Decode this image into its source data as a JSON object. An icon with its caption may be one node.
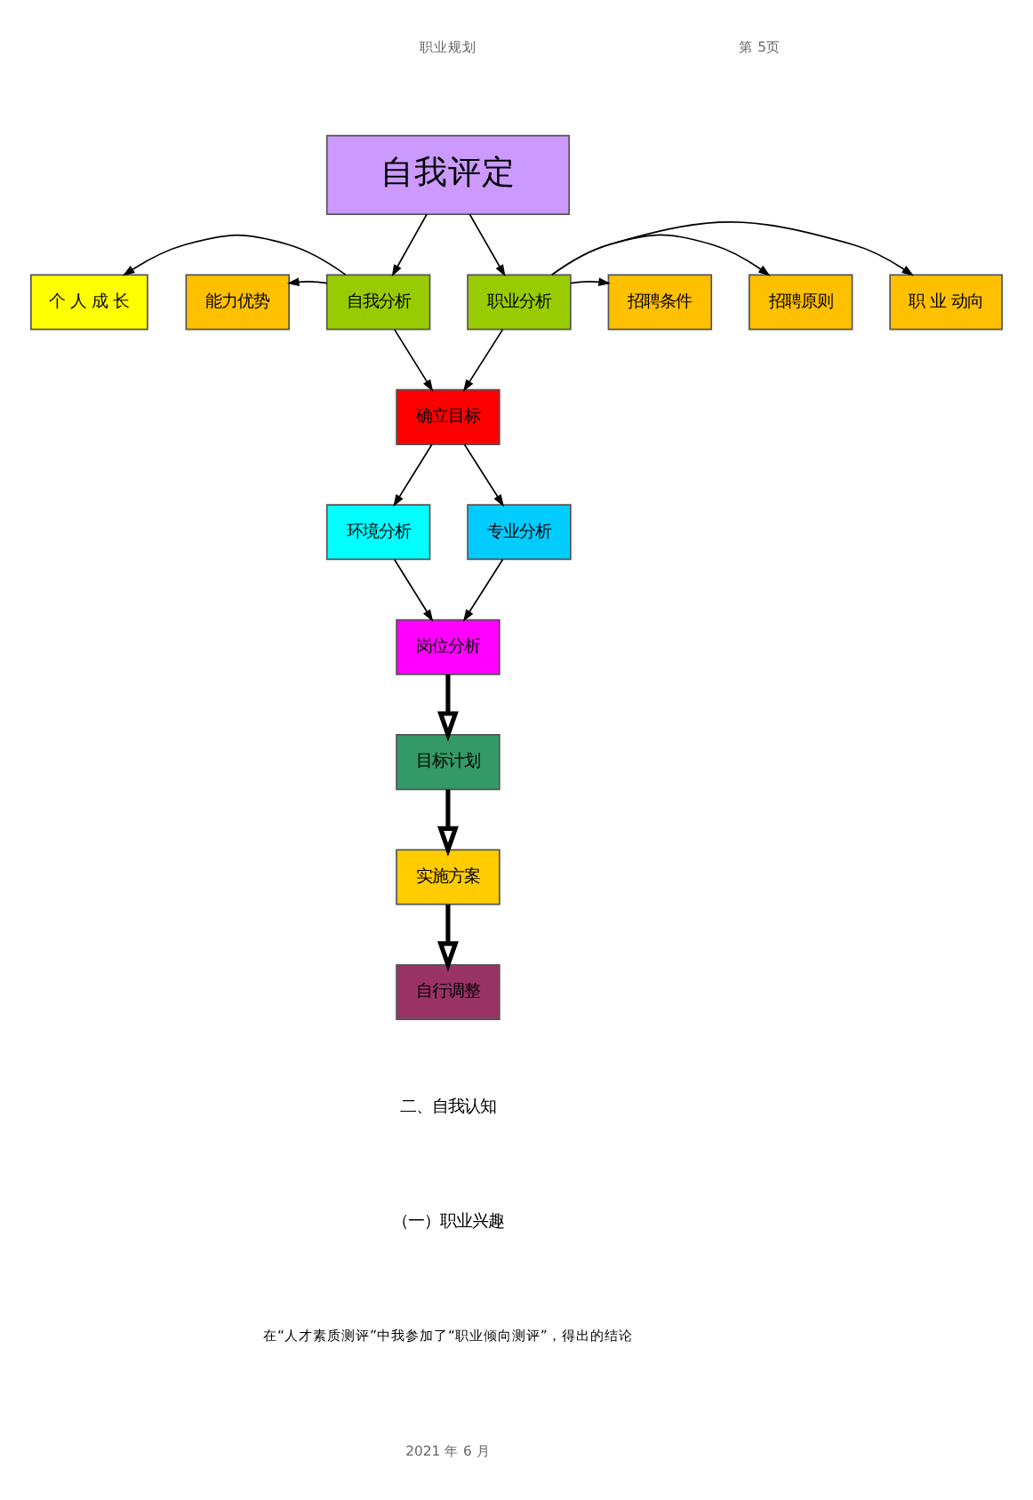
{
  "diagram": {
    "nodes": [
      {
        "text": [
          "自我评定"
        ]
      },
      {
        "text": [
          "个 人 成 长"
        ]
      },
      {
        "text": [
          "能力优势"
        ]
      },
      {
        "text": [
          "自我分析"
        ]
      },
      {
        "text": [
          "职业分析"
        ]
      },
      {
        "text": [
          "招聘条件"
        ]
      },
      {
        "text": [
          "招聘原则"
        ]
      },
      {
        "text": [
          "职 业 动向"
        ]
      },
      {
        "text": [
          "确立目标"
        ]
      },
      {
        "text": [
          "环境分析"
        ]
      },
      {
        "text": [
          "专业分析"
        ]
      },
      {
        "text": [
          "岗位分析"
        ]
      },
      {
        "text": [
          "目标计划"
        ]
      },
      {
        "text": [
          "实施方案"
        ]
      },
      {
        "text": [
          "自行调整"
        ]
      }
    ],
    "edges": [
      {
        "from": 0,
        "to": 3,
        "arrow": "to"
      },
      {
        "from": 0,
        "to": 4,
        "arrow": "to"
      },
      {
        "from": 3,
        "to": 1,
        "arrow": "to"
      },
      {
        "from": 3,
        "to": 2,
        "arrow": "to"
      },
      {
        "from": 4,
        "to": 5,
        "arrow": "to"
      },
      {
        "from": 4,
        "to": 6,
        "arrow": "to"
      },
      {
        "from": 4,
        "to": 7,
        "arrow": "to"
      },
      {
        "from": 3,
        "to": 8,
        "arrow": "to"
      },
      {
        "from": 4,
        "to": 8,
        "arrow": "to"
      },
      {
        "from": 8,
        "to": 9,
        "arrow": "to"
      },
      {
        "from": 8,
        "to": 10,
        "arrow": "to"
      },
      {
        "from": 9,
        "to": 11,
        "arrow": "to"
      },
      {
        "from": 10,
        "to": 11,
        "arrow": "to"
      },
      {
        "from": 11,
        "to": 12,
        "arrow": "to",
        "style": "thick"
      },
      {
        "from": 12,
        "to": 13,
        "arrow": "to",
        "style": "thick"
      },
      {
        "from": 13,
        "to": 14,
        "arrow": "to",
        "style": "thick"
      }
    ],
    "labels": [
      "职业规划",
      "第 5页",
      "二、自我认知",
      "（一）职业兴趣",
      "在“人才素质测评”中我参加了“职业倾向测评”，得出的结论",
      "2021 年 6 月"
    ]
  }
}
